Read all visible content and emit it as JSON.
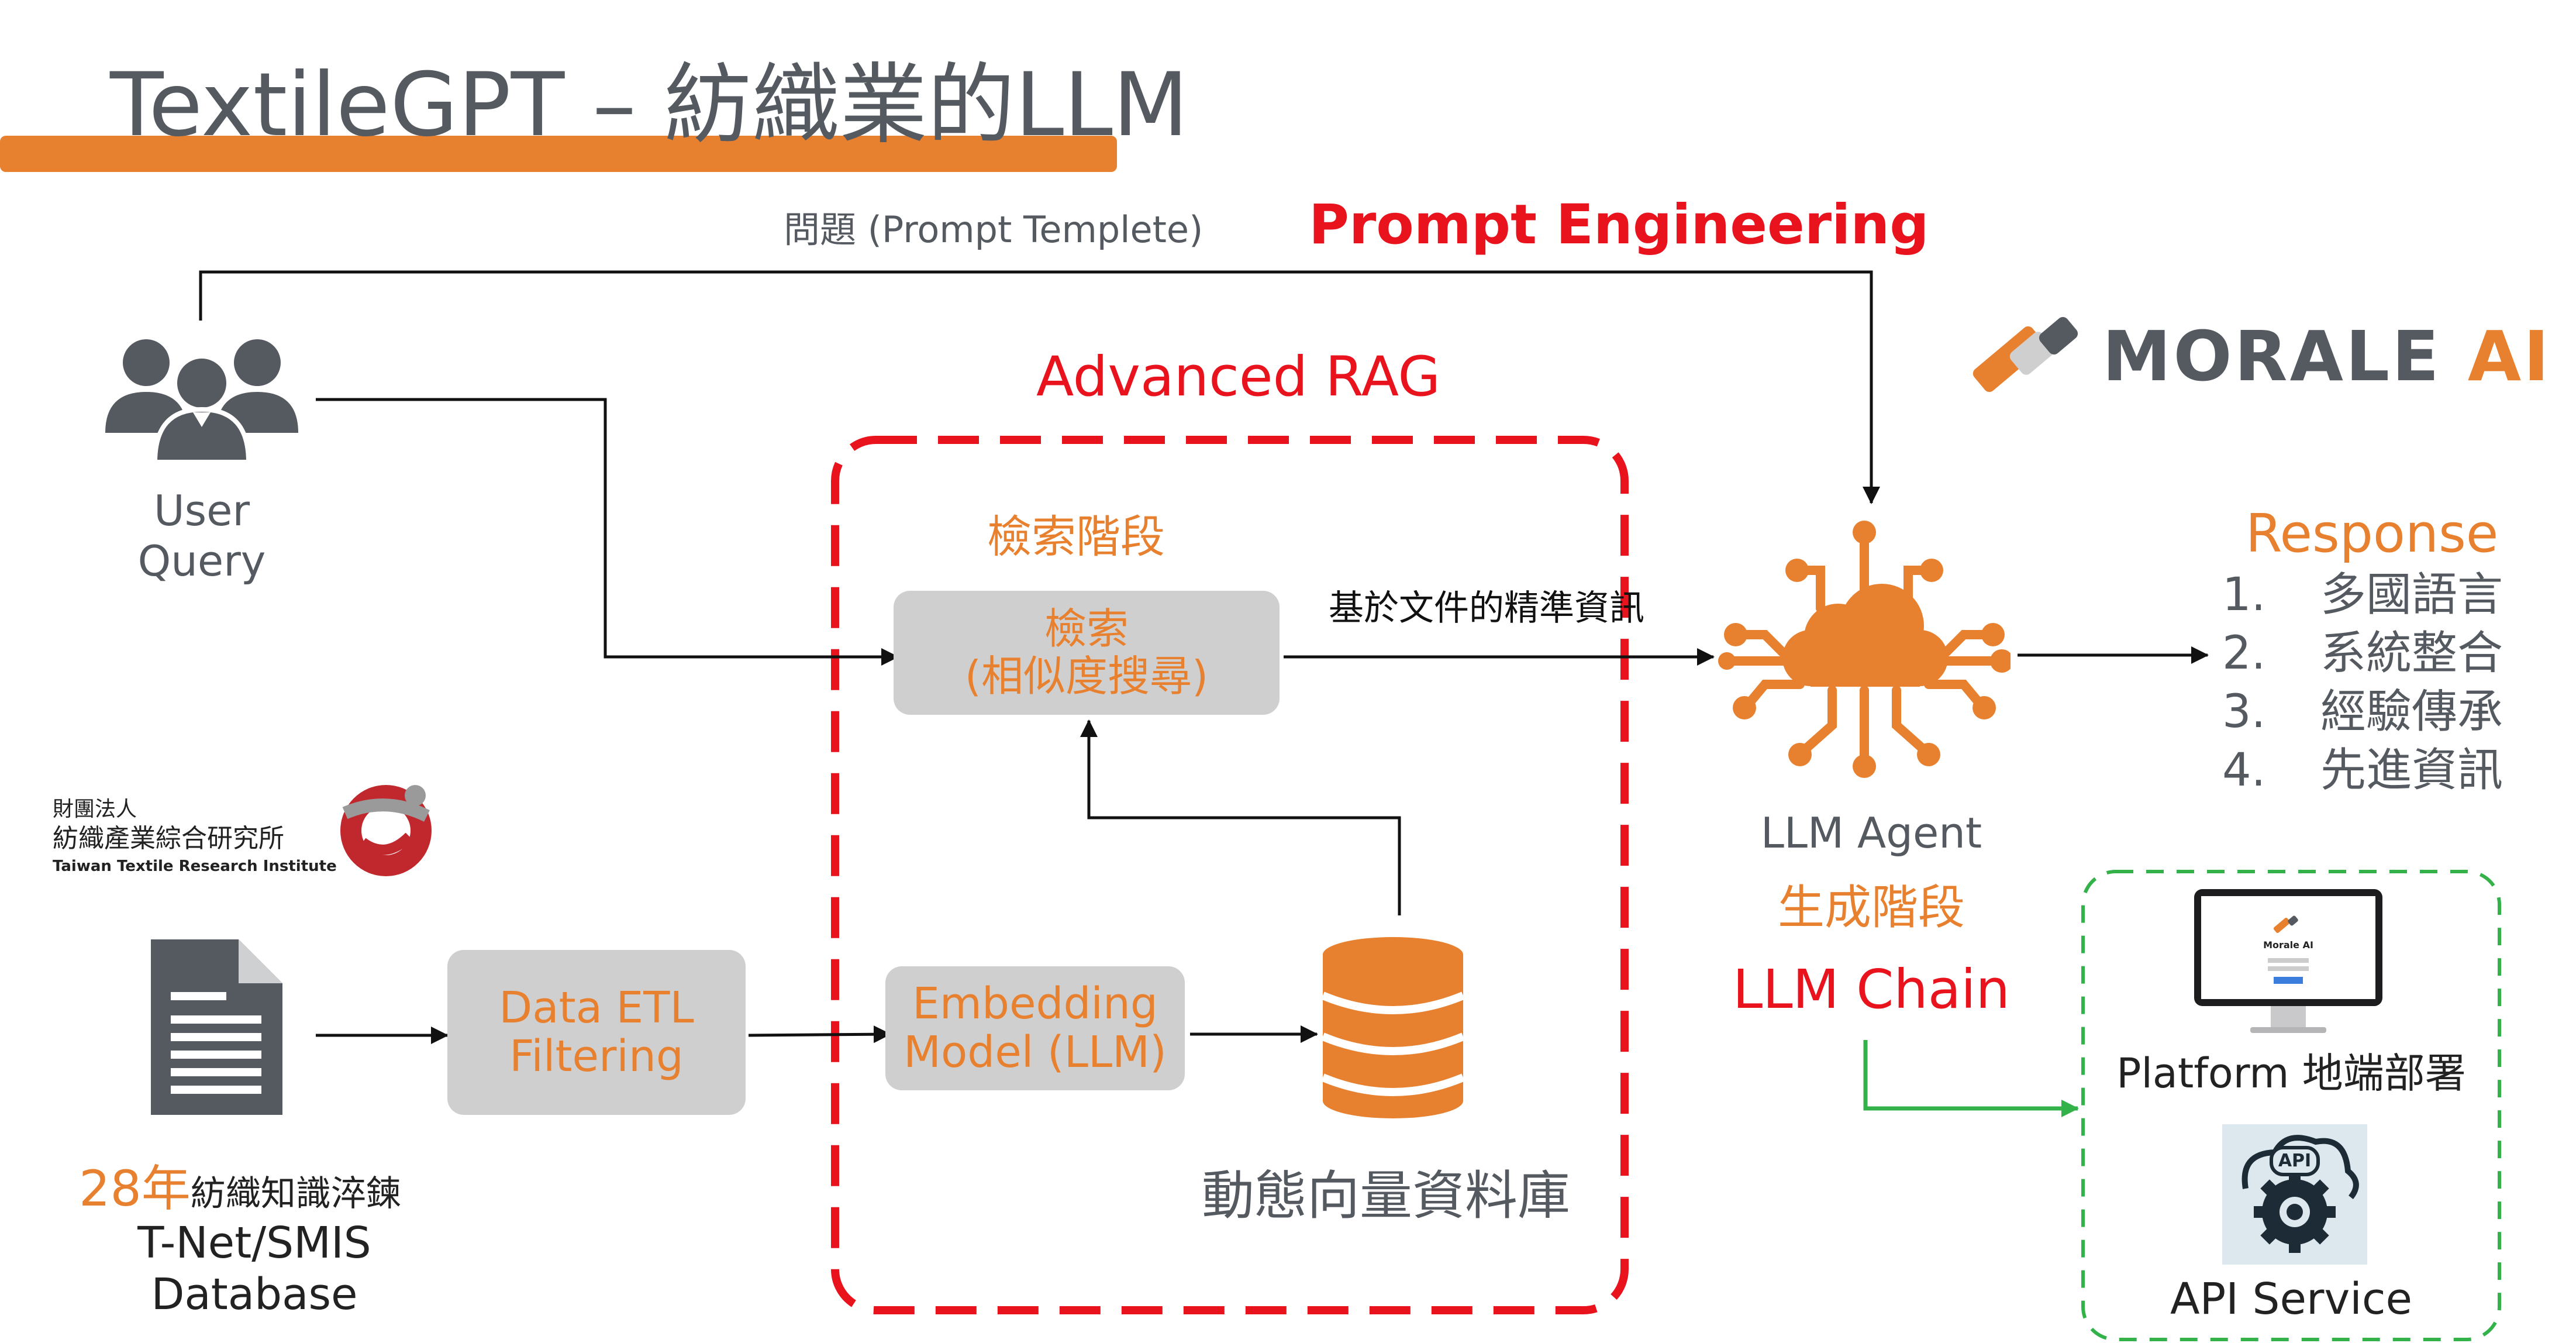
{
  "title": "TextileGPT – 紡織業的LLM",
  "top_flow": {
    "prompt_label": "問題 (Prompt Templete)",
    "prompt_engineering": "Prompt Engineering"
  },
  "brand": {
    "name_part1": "MORALE",
    "name_part2": "AI"
  },
  "user": {
    "line1": "User",
    "line2": "Query"
  },
  "rag": {
    "title": "Advanced RAG",
    "retrieval_stage": "檢索階段",
    "retrieval_box_line1": "檢索",
    "retrieval_box_line2": "(相似度搜尋)",
    "precise_info": "基於文件的精準資訊",
    "embedding_line1": "Embedding",
    "embedding_line2": "Model (LLM)",
    "vector_db": "動態向量資料庫"
  },
  "etl": {
    "line1": "Data ETL",
    "line2": "Filtering"
  },
  "institute": {
    "line1": "財團法人",
    "line2": "紡織產業綜合研究所",
    "line3": "Taiwan Textile Research Institute"
  },
  "database": {
    "years": "28年",
    "knowledge": "紡織知識淬鍊",
    "line2": "T-Net/SMIS",
    "line3": "Database"
  },
  "agent": {
    "name": "LLM Agent",
    "gen_stage": "生成階段",
    "chain": "LLM Chain"
  },
  "response": {
    "title": "Response",
    "items": [
      {
        "num": "1.",
        "text": "多國語言"
      },
      {
        "num": "2.",
        "text": "系統整合"
      },
      {
        "num": "3.",
        "text": "經驗傳承"
      },
      {
        "num": "4.",
        "text": "先進資訊"
      }
    ]
  },
  "deploy": {
    "platform": "Platform 地端部署",
    "monitor_caption": "Morale AI",
    "api_badge": "API",
    "api_service": "API Service"
  },
  "colors": {
    "orange": "#e8812f",
    "red": "#e8131d",
    "green": "#33b24a",
    "gray_text": "#555a61",
    "box_gray": "#d0cfd0"
  }
}
